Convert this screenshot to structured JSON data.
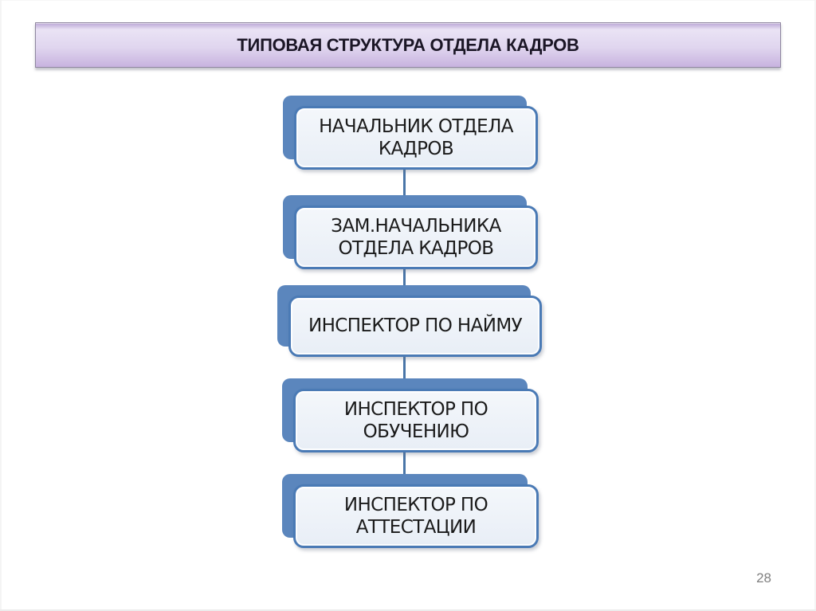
{
  "header": {
    "title": "ТИПОВАЯ СТРУКТУРА ОТДЕЛА КАДРОВ"
  },
  "diagram": {
    "nodes": [
      {
        "label": "НАЧАЛЬНИК ОТДЕЛА\nКАДРОВ"
      },
      {
        "label": "ЗАМ.НАЧАЛЬНИКА\nОТДЕЛА КАДРОВ"
      },
      {
        "label": "ИНСПЕКТОР ПО НАЙМУ"
      },
      {
        "label": "ИНСПЕКТОР ПО\nОБУЧЕНИЮ"
      },
      {
        "label": "ИНСПЕКТОР ПО\nАТТЕСТАЦИИ"
      }
    ]
  },
  "footer": {
    "page_number": "28"
  },
  "theme": {
    "accent-fill": "#5b86bd",
    "accent-border": "#4a7ab5",
    "connector": "#4a76a8",
    "box-fill-top": "#f4f7fb",
    "box-fill-bottom": "#e8eef6",
    "banner-top": "#baa5d5",
    "banner-light": "#eae3f5",
    "banner-dark": "#c8b3df",
    "banner-border": "#8f87a0",
    "title-text": "#1b1626",
    "text": "#1a1a1a",
    "page-number": "#808080"
  }
}
